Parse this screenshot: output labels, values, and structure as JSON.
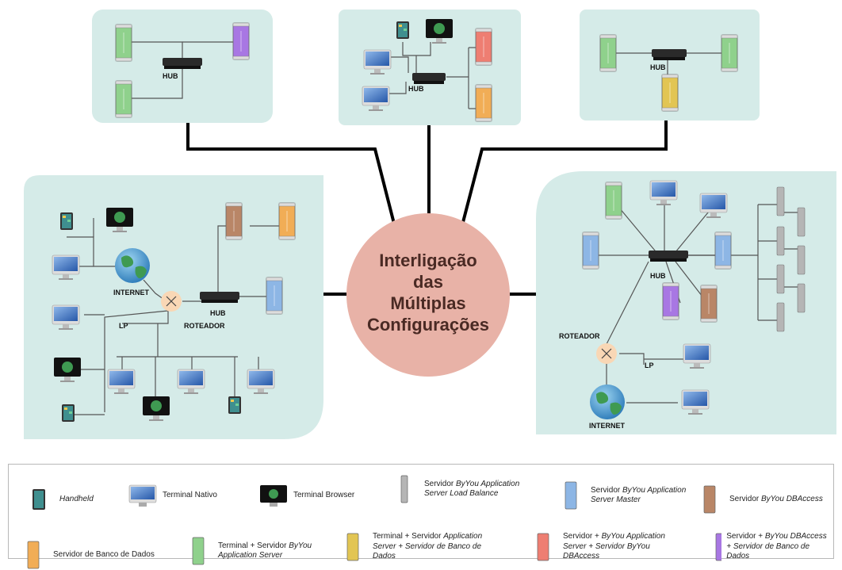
{
  "center": {
    "lines": [
      "Interligação",
      "das",
      "Múltiplas",
      "Configurações"
    ]
  },
  "labels": {
    "hub": "HUB",
    "internet": "INTERNET",
    "roteador": "ROTEADOR",
    "lp": "LP"
  },
  "colors": {
    "panel": "#d5ebe8",
    "center": "#e8b2a7",
    "green": "#8fd18c",
    "purple": "#a877e3",
    "red": "#ee7e72",
    "orange": "#f1ad56",
    "blue": "#8db6e5",
    "brown": "#b98667",
    "grey": "#b5b5b5",
    "yellow": "#e2c553",
    "router": "#f9d7b5",
    "globe": "#3f9a52"
  },
  "legend": [
    {
      "pre": "",
      "em": "Handheld",
      "post": "",
      "icon": "handheld"
    },
    {
      "pre": "Terminal Nativo",
      "em": "",
      "post": "",
      "icon": "terminal"
    },
    {
      "pre": "Terminal Browser",
      "em": "",
      "post": "",
      "icon": "browser"
    },
    {
      "pre": "Servidor ",
      "em": "ByYou Application Server Load Balance",
      "post": "",
      "icon": "grey"
    },
    {
      "pre": "Servidor ",
      "em": "ByYou Application Server Master",
      "post": "",
      "icon": "blue"
    },
    {
      "pre": "Servidor ",
      "em": "ByYou DBAccess",
      "post": "",
      "icon": "brown"
    },
    {
      "pre": "Servidor de Banco de Dados",
      "em": "",
      "post": "",
      "icon": "orange"
    },
    {
      "pre": "Terminal + Servidor ",
      "em": "ByYou Application Server",
      "post": "",
      "icon": "green"
    },
    {
      "pre": "Terminal + Servidor ",
      "em": "Application Server + Servidor de Banco de Dados",
      "post": "",
      "icon": "yellow"
    },
    {
      "pre": "Servidor + ",
      "em": "ByYou Application Server + Servidor ByYou DBAccess",
      "post": "",
      "icon": "red"
    },
    {
      "pre": "Servidor + ",
      "em": "ByYou DBAccess + Servidor de Banco de Dados",
      "post": "",
      "icon": "purple"
    }
  ]
}
